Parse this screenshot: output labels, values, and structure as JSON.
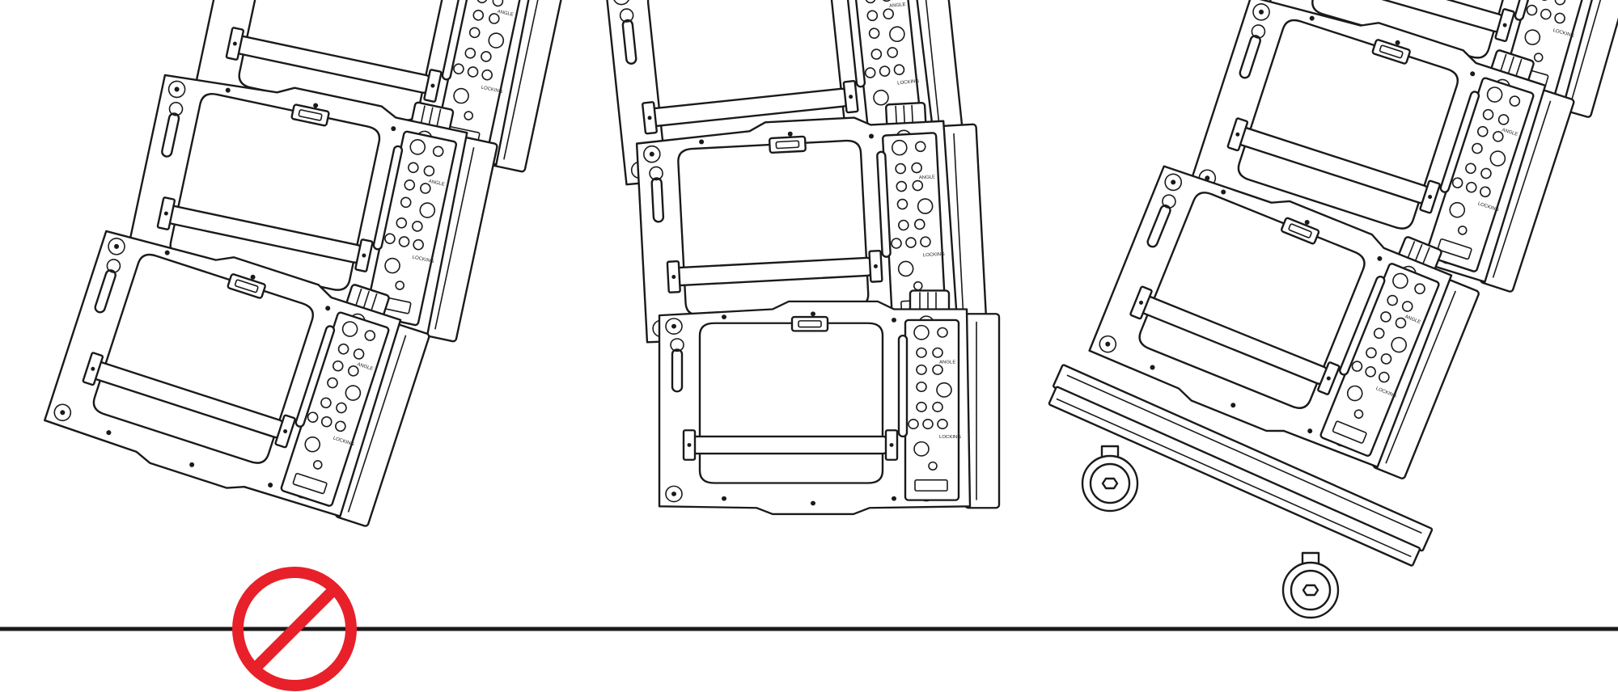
{
  "figure": {
    "ground_color": "#1a1a1a",
    "prohibition_color": "#e8202a"
  },
  "cabinet_panel": {
    "angle_label": "ANGLE",
    "locking_label": "LOCKING"
  },
  "stacks": [
    {
      "id": "left",
      "state": "tilted-unsupported",
      "icon": "prohibition-icon"
    },
    {
      "id": "center",
      "state": "straight-on-ground"
    },
    {
      "id": "right",
      "state": "tilted-on-dolly",
      "icon": "caster-wheel-icon"
    }
  ]
}
